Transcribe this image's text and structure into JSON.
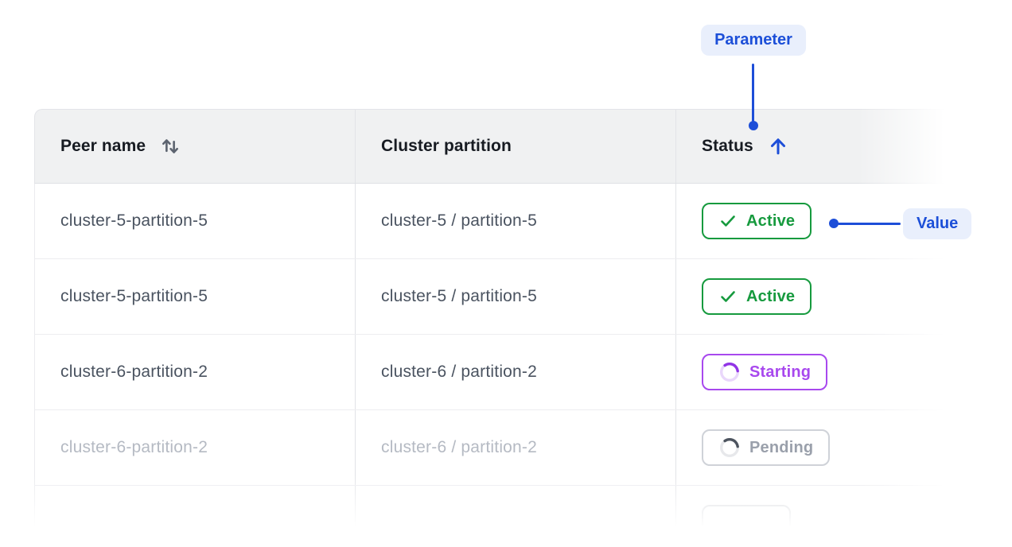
{
  "annotations": {
    "parameter": {
      "label": "Parameter"
    },
    "value": {
      "label": "Value"
    }
  },
  "table": {
    "header": {
      "peer_name": "Peer name",
      "cluster_partition": "Cluster partition",
      "status": "Status"
    },
    "sort": {
      "peer_name": "sortable",
      "status": "ascending"
    },
    "rows": [
      {
        "peer_name": "cluster-5-partition-5",
        "cluster_partition": "cluster-5 / partition-5",
        "status": "Active",
        "status_type": "active",
        "faded": false
      },
      {
        "peer_name": "cluster-5-partition-5",
        "cluster_partition": "cluster-5 / partition-5",
        "status": "Active",
        "status_type": "active",
        "faded": false
      },
      {
        "peer_name": "cluster-6-partition-2",
        "cluster_partition": "cluster-6 / partition-2",
        "status": "Starting",
        "status_type": "starting",
        "faded": false
      },
      {
        "peer_name": "cluster-6-partition-2",
        "cluster_partition": "cluster-6 / partition-2",
        "status": "Pending",
        "status_type": "pending",
        "faded": true
      },
      {
        "peer_name": "",
        "cluster_partition": "",
        "status": "",
        "status_type": "unknown",
        "faded": true
      }
    ]
  },
  "colors": {
    "accent_blue": "#1d4ed8",
    "annotation_pill_bg": "#e9effc",
    "active_green": "#169a3e",
    "starting_purple": "#a848ee",
    "pending_gray": "#9aa0ab",
    "header_bg": "#f0f1f2",
    "row_text": "#4a5360",
    "faded_row_text": "#b5bac3"
  }
}
